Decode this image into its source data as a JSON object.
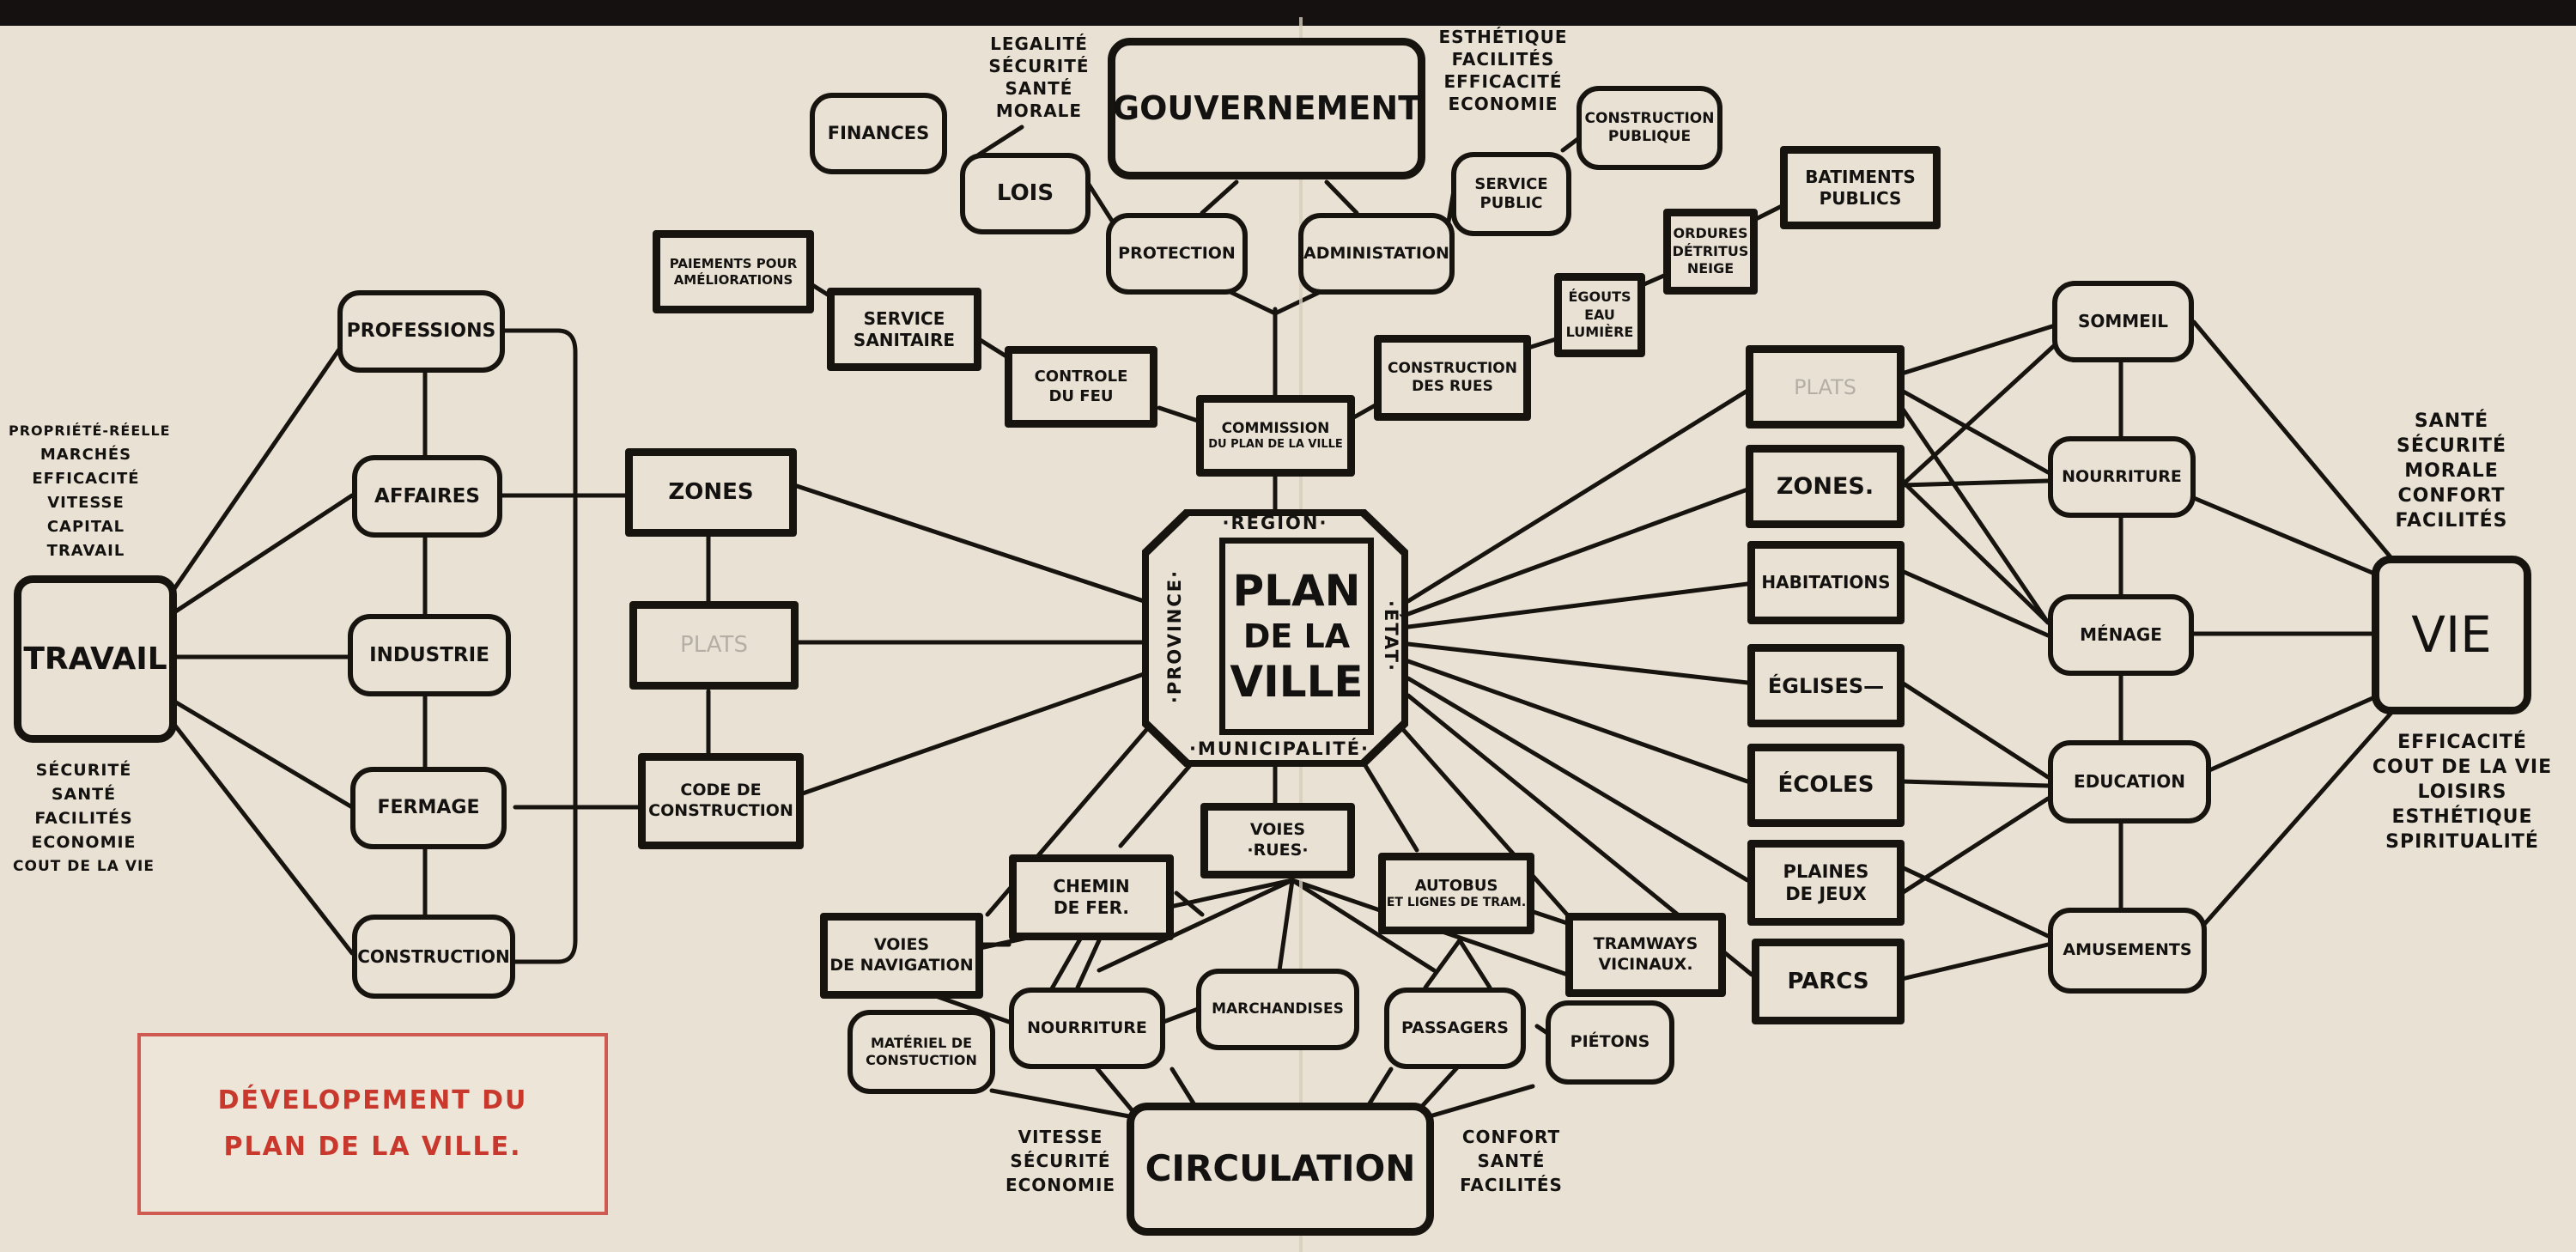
{
  "title": {
    "line1": "Dévelopement du",
    "line2": "Plan de la Ville."
  },
  "center": {
    "line1": "Plan",
    "line2": "de la",
    "line3": "Ville",
    "top": "·Région·",
    "bottom": "·Municipalité·",
    "left": "·Province·",
    "right": "·État·"
  },
  "nodes": {
    "travail": "Travail",
    "professions": "Professions",
    "affaires": "Affaires",
    "industrie": "Industrie",
    "fermage": "Fermage",
    "construction": "Construction",
    "zones_left": "Zones",
    "plats_left": "Plats",
    "code": [
      "Code de",
      "Construction"
    ],
    "gouvernement": "Gouvernement",
    "finances": "Finances",
    "lois": "Lois",
    "protection": "Protection",
    "administration": "Administation",
    "service_public": [
      "Service",
      "Public"
    ],
    "construction_publique": [
      "Construction",
      "Publique"
    ],
    "batiments_publics": [
      "Batiments",
      "Publics"
    ],
    "ordures": [
      "Ordures",
      "Détritus",
      "Neige"
    ],
    "egouts": [
      "Égouts",
      "Eau",
      "Lumière"
    ],
    "construction_rues": [
      "Construction",
      "des Rues"
    ],
    "paiements": [
      "Paiements pour",
      "Améliorations"
    ],
    "service_sanitaire": [
      "Service",
      "Sanitaire"
    ],
    "controle_feu": [
      "Controle",
      "du Feu"
    ],
    "commission": [
      "Commission",
      "du Plan de la Ville"
    ],
    "plats_right": "Plats",
    "zones_right": "Zones.",
    "habitations": "Habitations",
    "eglises": "Églises—",
    "ecoles": "Écoles",
    "plaines": [
      "Plaines",
      "de Jeux"
    ],
    "parcs": "Parcs",
    "sommeil": "Sommeil",
    "nourriture_right": "Nourriture",
    "menage": "Ménage",
    "education": "Education",
    "amusements": "Amusements",
    "vie": "Vie",
    "voies_rues": [
      "Voies",
      "·Rues·"
    ],
    "chemin_fer": [
      "Chemin",
      "de Fer."
    ],
    "autobus": [
      "Autobus",
      "et Lignes de Tram."
    ],
    "voies_navigation": [
      "Voies",
      "de Navigation"
    ],
    "tramways": [
      "Tramways",
      "Vicinaux."
    ],
    "nourriture_bottom": "Nourriture",
    "marchandises": "Marchandises",
    "passagers": "Passagers",
    "pietons": "Piétons",
    "materiel": [
      "Matériel de",
      "Constuction"
    ],
    "circulation": "Circulation"
  },
  "word_lists": {
    "travail_top": [
      "Propriété-réelle",
      "Marchés",
      "Efficacité",
      "Vitesse",
      "Capital",
      "Travail"
    ],
    "travail_bottom": [
      "Sécurité",
      "Santé",
      "Facilités",
      "Economie",
      "Cout de la Vie"
    ],
    "gouv_left": [
      "Legalité",
      "Sécurité",
      "Santé",
      "Morale"
    ],
    "gouv_right": [
      "Esthétique",
      "Facilités",
      "Efficacité",
      "Economie"
    ],
    "vie_top": [
      "Santé",
      "Sécurité",
      "Morale",
      "Confort",
      "Facilités"
    ],
    "vie_bottom": [
      "Efficacité",
      "Cout de la Vie",
      "Loisirs",
      "Esthétique",
      "Spiritualité"
    ],
    "circ_left": [
      "Vitesse",
      "Sécurité",
      "Economie"
    ],
    "circ_right": [
      "Confort",
      "Santé",
      "Facilités"
    ]
  },
  "colors": {
    "paper": "#e9e2d4",
    "ink": "#17130f",
    "red": "#c8382c"
  }
}
